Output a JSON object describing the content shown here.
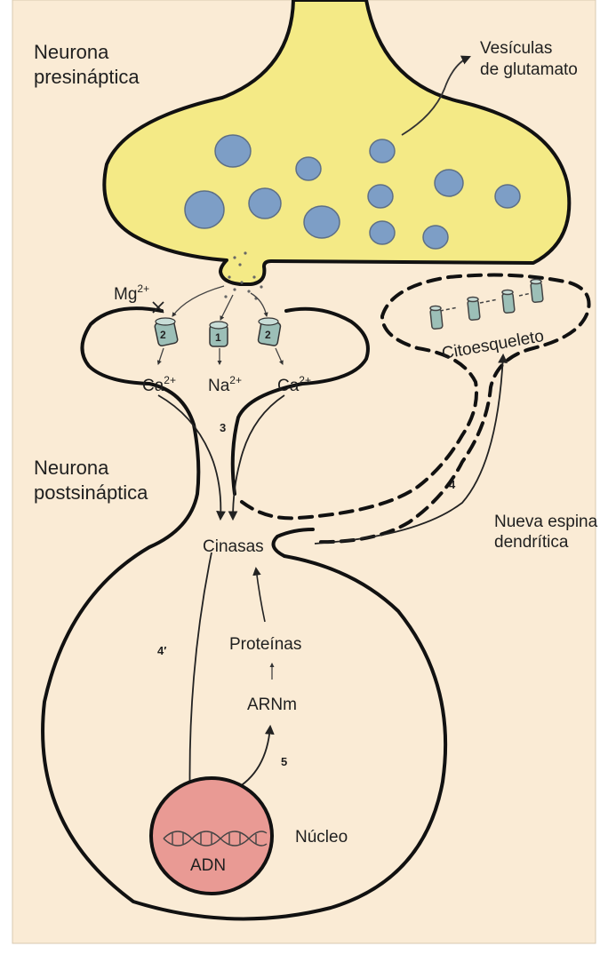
{
  "diagram": {
    "labels": {
      "presynaptic": [
        "Neurona",
        "presináptica"
      ],
      "vesicles": [
        "Vesículas",
        "de glutamato"
      ],
      "postsynaptic": [
        "Neurona",
        "postsináptica"
      ],
      "cytoskeleton": "Citoesqueleto",
      "new_spine": [
        "Nueva espina",
        "dendrítica"
      ],
      "kinases": "Cinasas",
      "proteins": "Proteínas",
      "mrna": "ARNm",
      "nucleus": "Núcleo",
      "dna": "ADN"
    },
    "ions": {
      "mg": {
        "base": "Mg",
        "sup": "2+"
      },
      "ca_left": {
        "base": "Ca",
        "sup": "2+"
      },
      "na": {
        "base": "Na",
        "sup": "2+"
      },
      "ca_right": {
        "base": "Ca",
        "sup": "2+"
      }
    },
    "channels": [
      "2",
      "1",
      "2"
    ],
    "step_numbers": {
      "three": "3",
      "four": "4",
      "four_prime": "4′",
      "five": "5"
    },
    "colors": {
      "background": "#faebd5",
      "presynaptic_fill": "#f4ea86",
      "vesicle_fill": "#7d9ec6",
      "nucleus_fill": "#e99a94",
      "channel_fill": "#9cbfb7",
      "outline": "#111111"
    }
  }
}
